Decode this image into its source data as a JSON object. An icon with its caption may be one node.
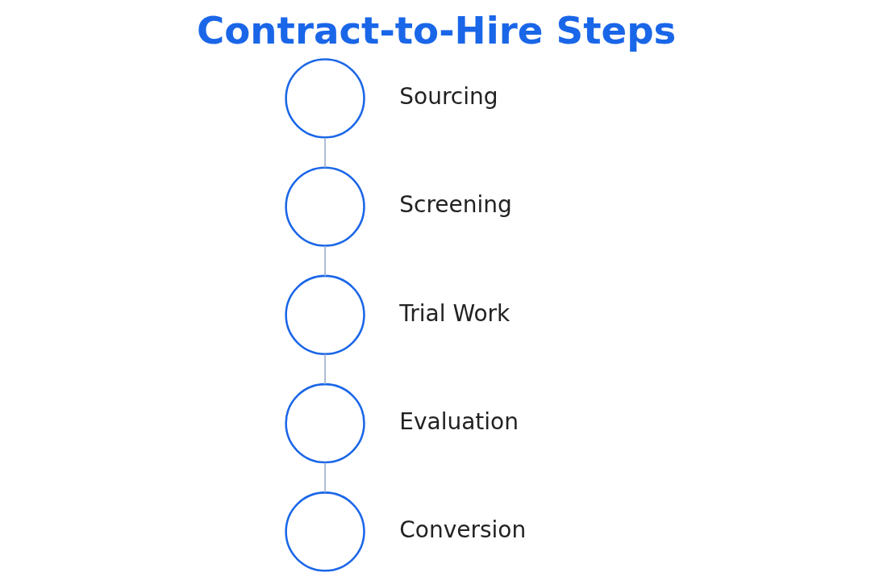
{
  "diagram": {
    "title": "Contract-to-Hire Steps",
    "nodes": [
      {
        "text": [],
        "shape": "circle",
        "beside": [
          "Sourcing"
        ]
      },
      {
        "text": [],
        "shape": "circle",
        "beside": [
          "Screening"
        ]
      },
      {
        "text": [],
        "shape": "circle",
        "beside": [
          "Trial Work"
        ]
      },
      {
        "text": [],
        "shape": "circle",
        "beside": [
          "Evaluation"
        ]
      },
      {
        "text": [],
        "shape": "circle",
        "beside": [
          "Conversion"
        ]
      }
    ],
    "edges": [
      {
        "from": 0,
        "to": 1,
        "arrow": "none"
      },
      {
        "from": 1,
        "to": 2,
        "arrow": "none"
      },
      {
        "from": 2,
        "to": 3,
        "arrow": "none"
      },
      {
        "from": 3,
        "to": 4,
        "arrow": "none"
      }
    ]
  }
}
